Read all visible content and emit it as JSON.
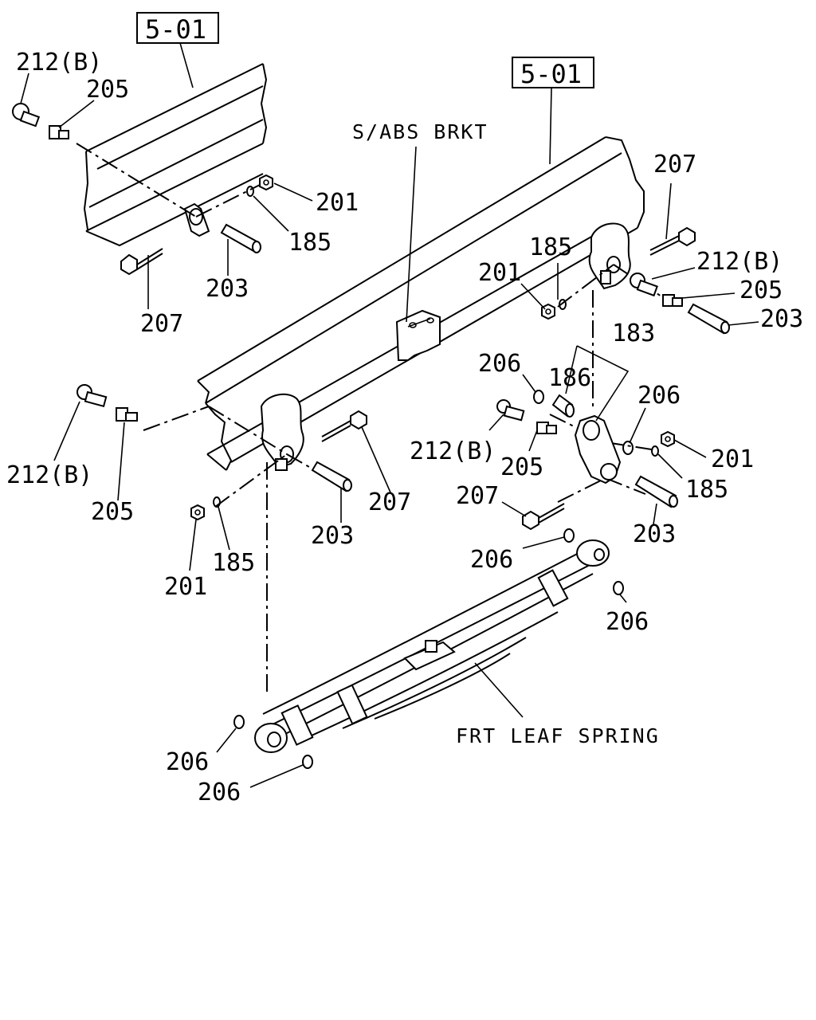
{
  "refs": {
    "ref_left": "5-01",
    "ref_right": "5-01"
  },
  "captions": {
    "abs_bracket": "S/ABS BRKT",
    "leaf_spring": "FRT LEAF SPRING"
  },
  "callouts": [
    {
      "id": "l-212b-top",
      "text": "212(B)"
    },
    {
      "id": "l-205-top",
      "text": "205"
    },
    {
      "id": "l-201-top",
      "text": "201"
    },
    {
      "id": "l-185-top",
      "text": "185"
    },
    {
      "id": "l-203-top",
      "text": "203"
    },
    {
      "id": "l-207-top",
      "text": "207"
    },
    {
      "id": "l-207-right",
      "text": "207"
    },
    {
      "id": "l-185-right",
      "text": "185"
    },
    {
      "id": "l-201-right",
      "text": "201"
    },
    {
      "id": "l-212b-right",
      "text": "212(B)"
    },
    {
      "id": "l-205-right",
      "text": "205"
    },
    {
      "id": "l-203-right",
      "text": "203"
    },
    {
      "id": "l-183",
      "text": "183"
    },
    {
      "id": "l-206-a",
      "text": "206"
    },
    {
      "id": "l-186",
      "text": "186"
    },
    {
      "id": "l-206-b",
      "text": "206"
    },
    {
      "id": "l-212b-mid",
      "text": "212(B)"
    },
    {
      "id": "l-205-mid",
      "text": "205"
    },
    {
      "id": "l-201-mid",
      "text": "201"
    },
    {
      "id": "l-185-mid",
      "text": "185"
    },
    {
      "id": "l-207-mid",
      "text": "207"
    },
    {
      "id": "l-203-mid",
      "text": "203"
    },
    {
      "id": "l-206-c",
      "text": "206"
    },
    {
      "id": "l-206-d",
      "text": "206"
    },
    {
      "id": "l-212b-left",
      "text": "212(B)"
    },
    {
      "id": "l-205-left",
      "text": "205"
    },
    {
      "id": "l-207-front",
      "text": "207"
    },
    {
      "id": "l-203-front",
      "text": "203"
    },
    {
      "id": "l-201-front",
      "text": "201"
    },
    {
      "id": "l-185-front",
      "text": "185"
    },
    {
      "id": "l-206-e",
      "text": "206"
    },
    {
      "id": "l-206-f",
      "text": "206"
    }
  ]
}
